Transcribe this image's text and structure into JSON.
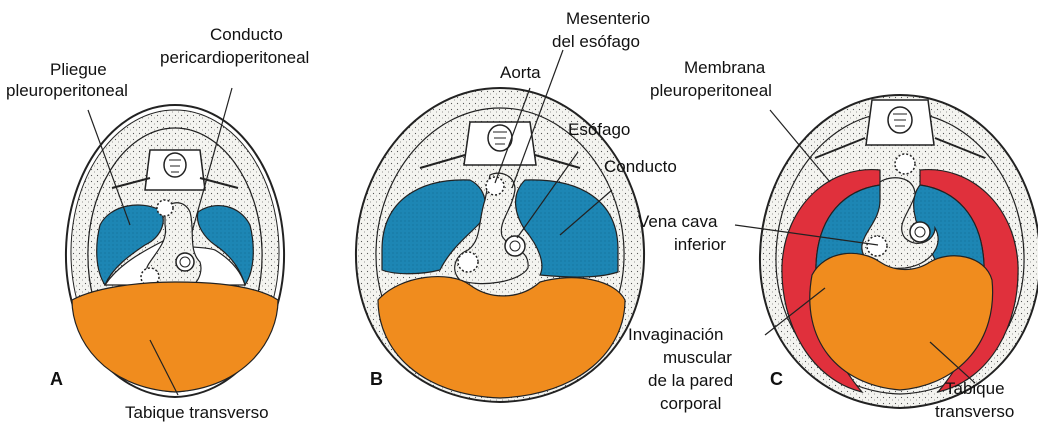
{
  "panels": [
    {
      "letter": "A"
    },
    {
      "letter": "B"
    },
    {
      "letter": "C"
    }
  ],
  "labels": {
    "a_pliegue_1": "Pliegue",
    "a_pliegue_2": "pleuroperitoneal",
    "a_conducto_1": "Conducto",
    "a_conducto_2": "pericardioperitoneal",
    "a_tabique": "Tabique transverso",
    "b_mesenterio_1": "Mesenterio",
    "b_mesenterio_2": "del esófago",
    "b_aorta": "Aorta",
    "b_esofago": "Esófago",
    "b_conducto": "Conducto",
    "c_membrana_1": "Membrana",
    "c_membrana_2": "pleuroperitoneal",
    "c_vena_1": "Vena cava",
    "c_vena_2": "inferior",
    "c_invag_1": "Invaginación",
    "c_invag_2": "muscular",
    "c_invag_3": "de la pared",
    "c_invag_4": "corporal",
    "c_tabique_1": "Tabique",
    "c_tabique_2": "transverso"
  },
  "colors": {
    "cavity_blue": "#1d86b4",
    "septum_orange": "#f08c1e",
    "membrane_red": "#e0303c",
    "tissue": "#f2f2ee",
    "outline": "#222222"
  }
}
